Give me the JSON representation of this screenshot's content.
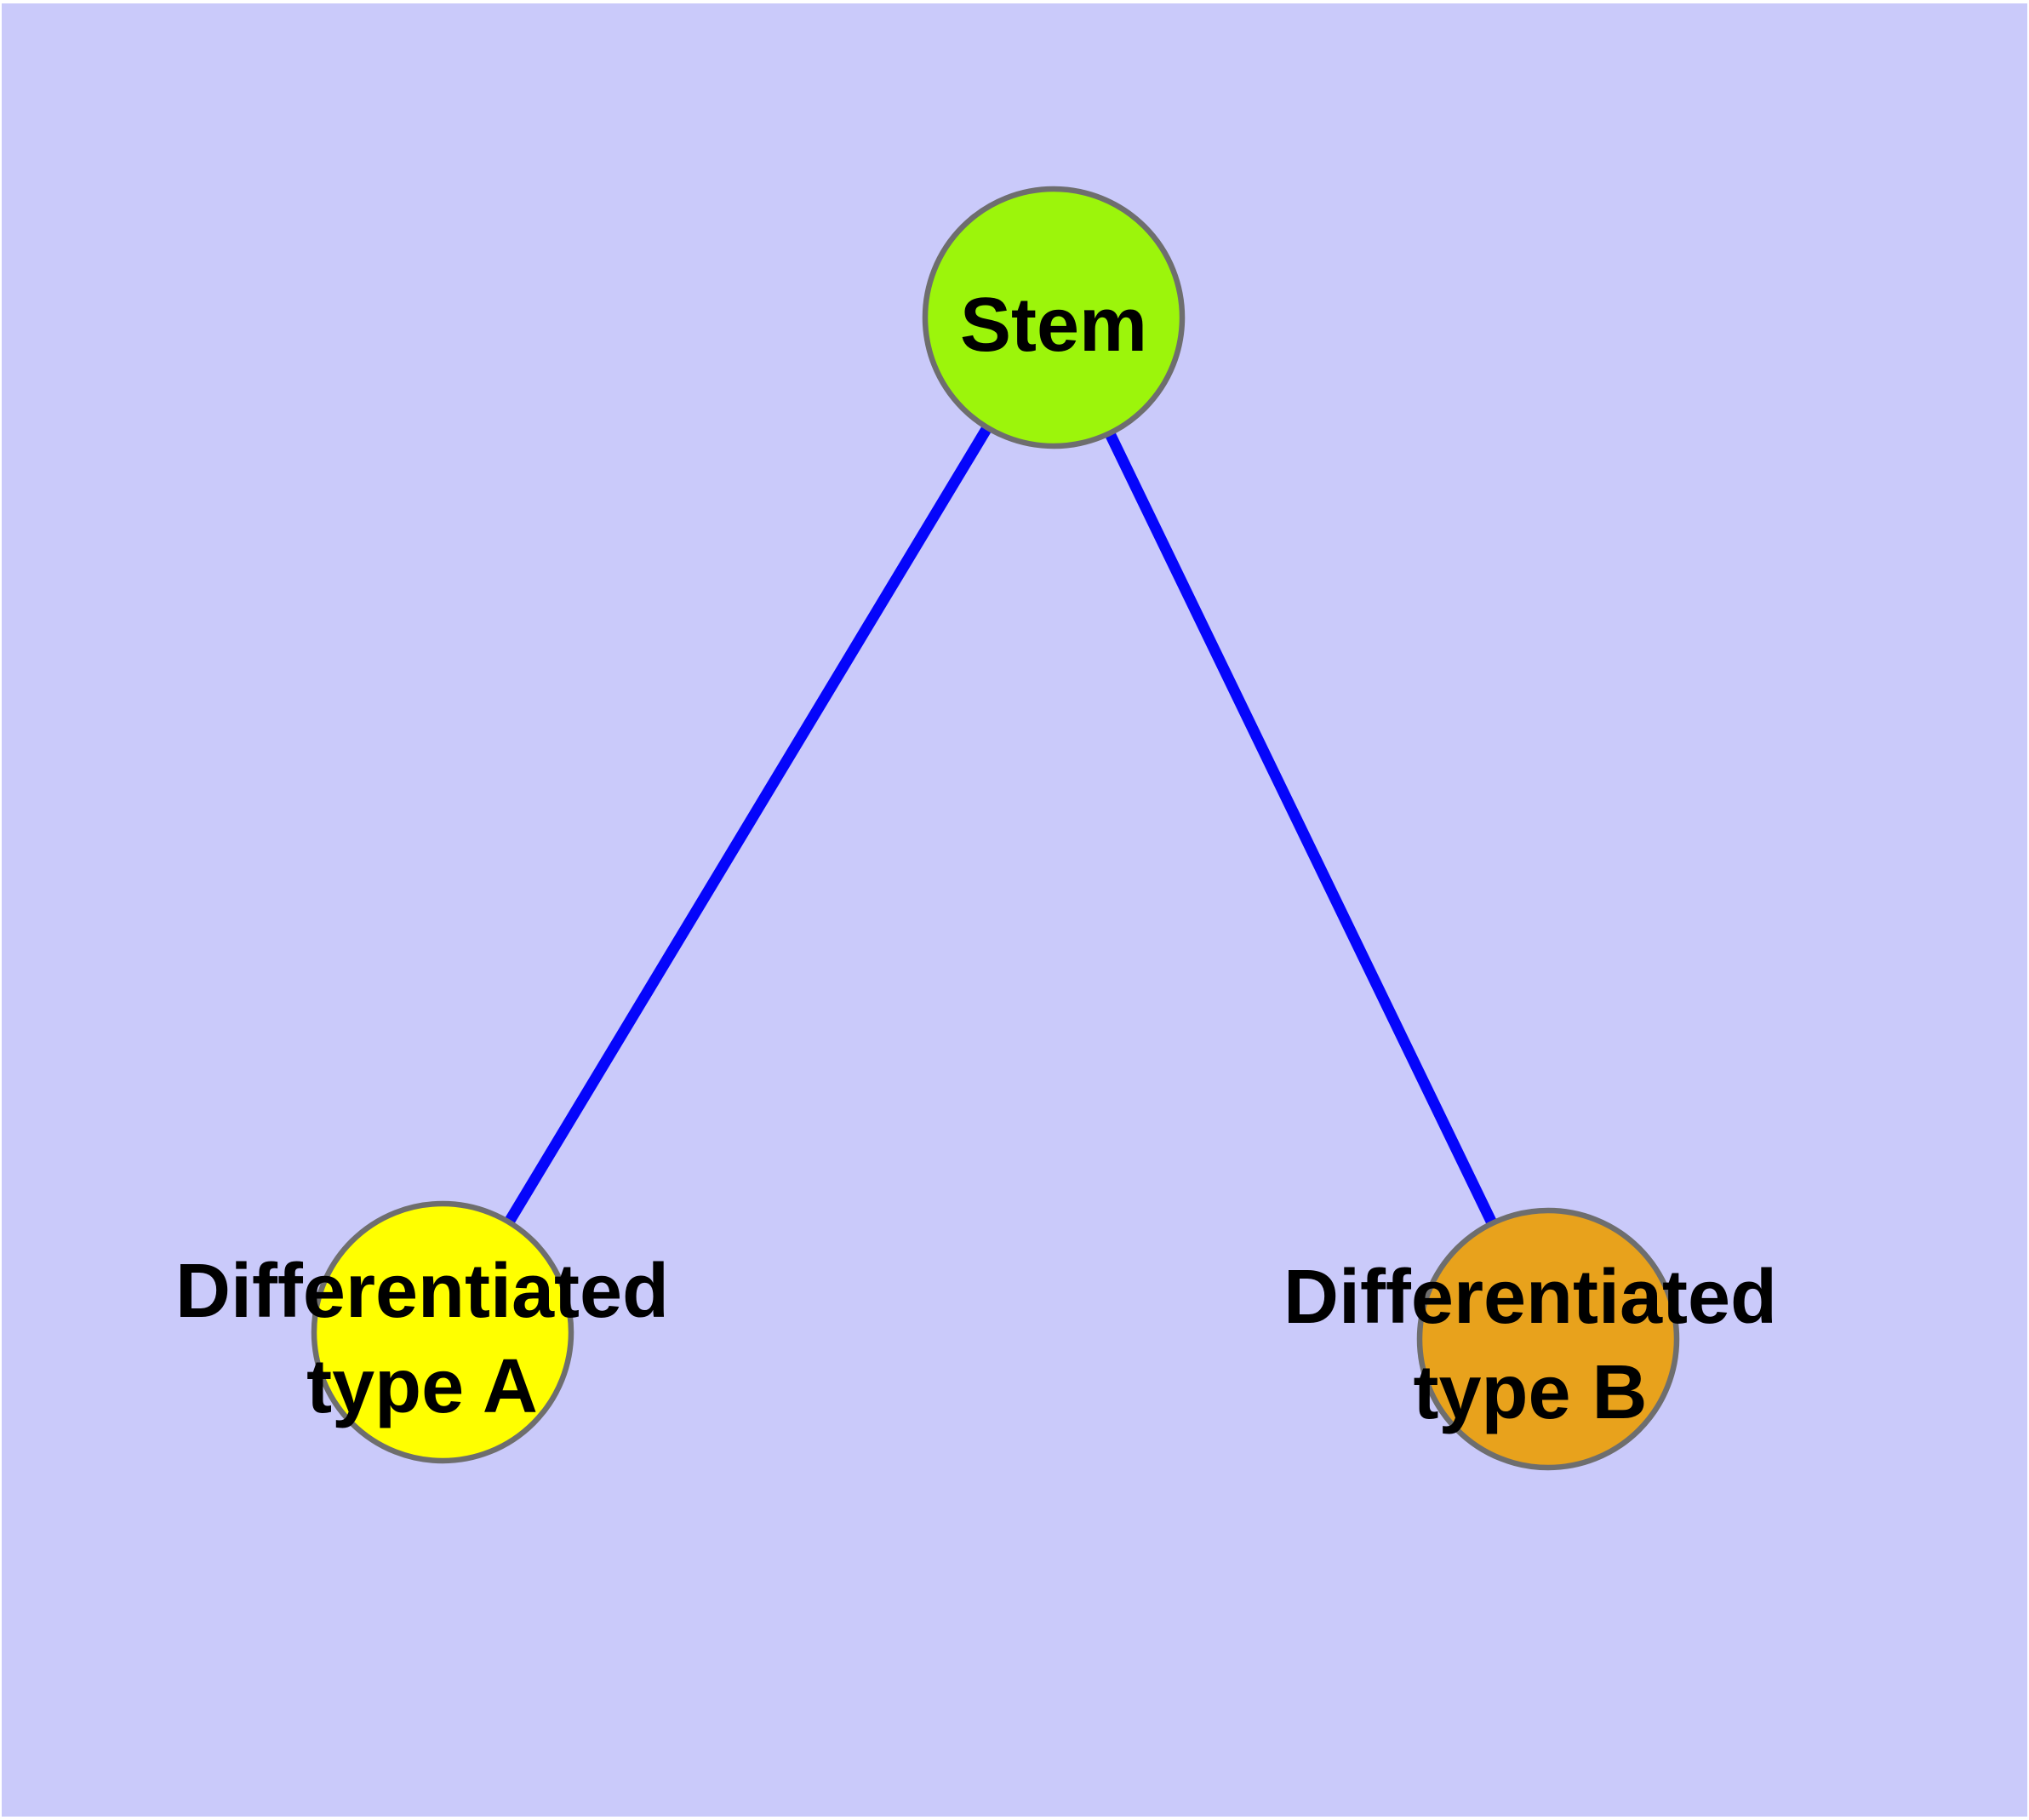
{
  "diagram": {
    "background_color": "#cacafa",
    "frame_color": "#ffffff",
    "edge_color": "#0505fb",
    "node_border_color": "#6e6e6e",
    "text_color": "#000000",
    "nodes": [
      {
        "id": "stem",
        "label": "Stem",
        "label_lines": [
          "Stem"
        ],
        "color": "#9cf50b"
      },
      {
        "id": "differentiated-type-a",
        "label": "Differentiated type A",
        "label_lines": [
          "Differentiated",
          "type A"
        ],
        "color": "#ffff00"
      },
      {
        "id": "differentiated-type-b",
        "label": "Differentiated type B",
        "label_lines": [
          "Differentiated",
          "type B"
        ],
        "color": "#e8a21c"
      }
    ],
    "edges": [
      {
        "from": "Stem",
        "to": "Differentiated type A"
      },
      {
        "from": "Stem",
        "to": "Differentiated type B"
      }
    ]
  }
}
